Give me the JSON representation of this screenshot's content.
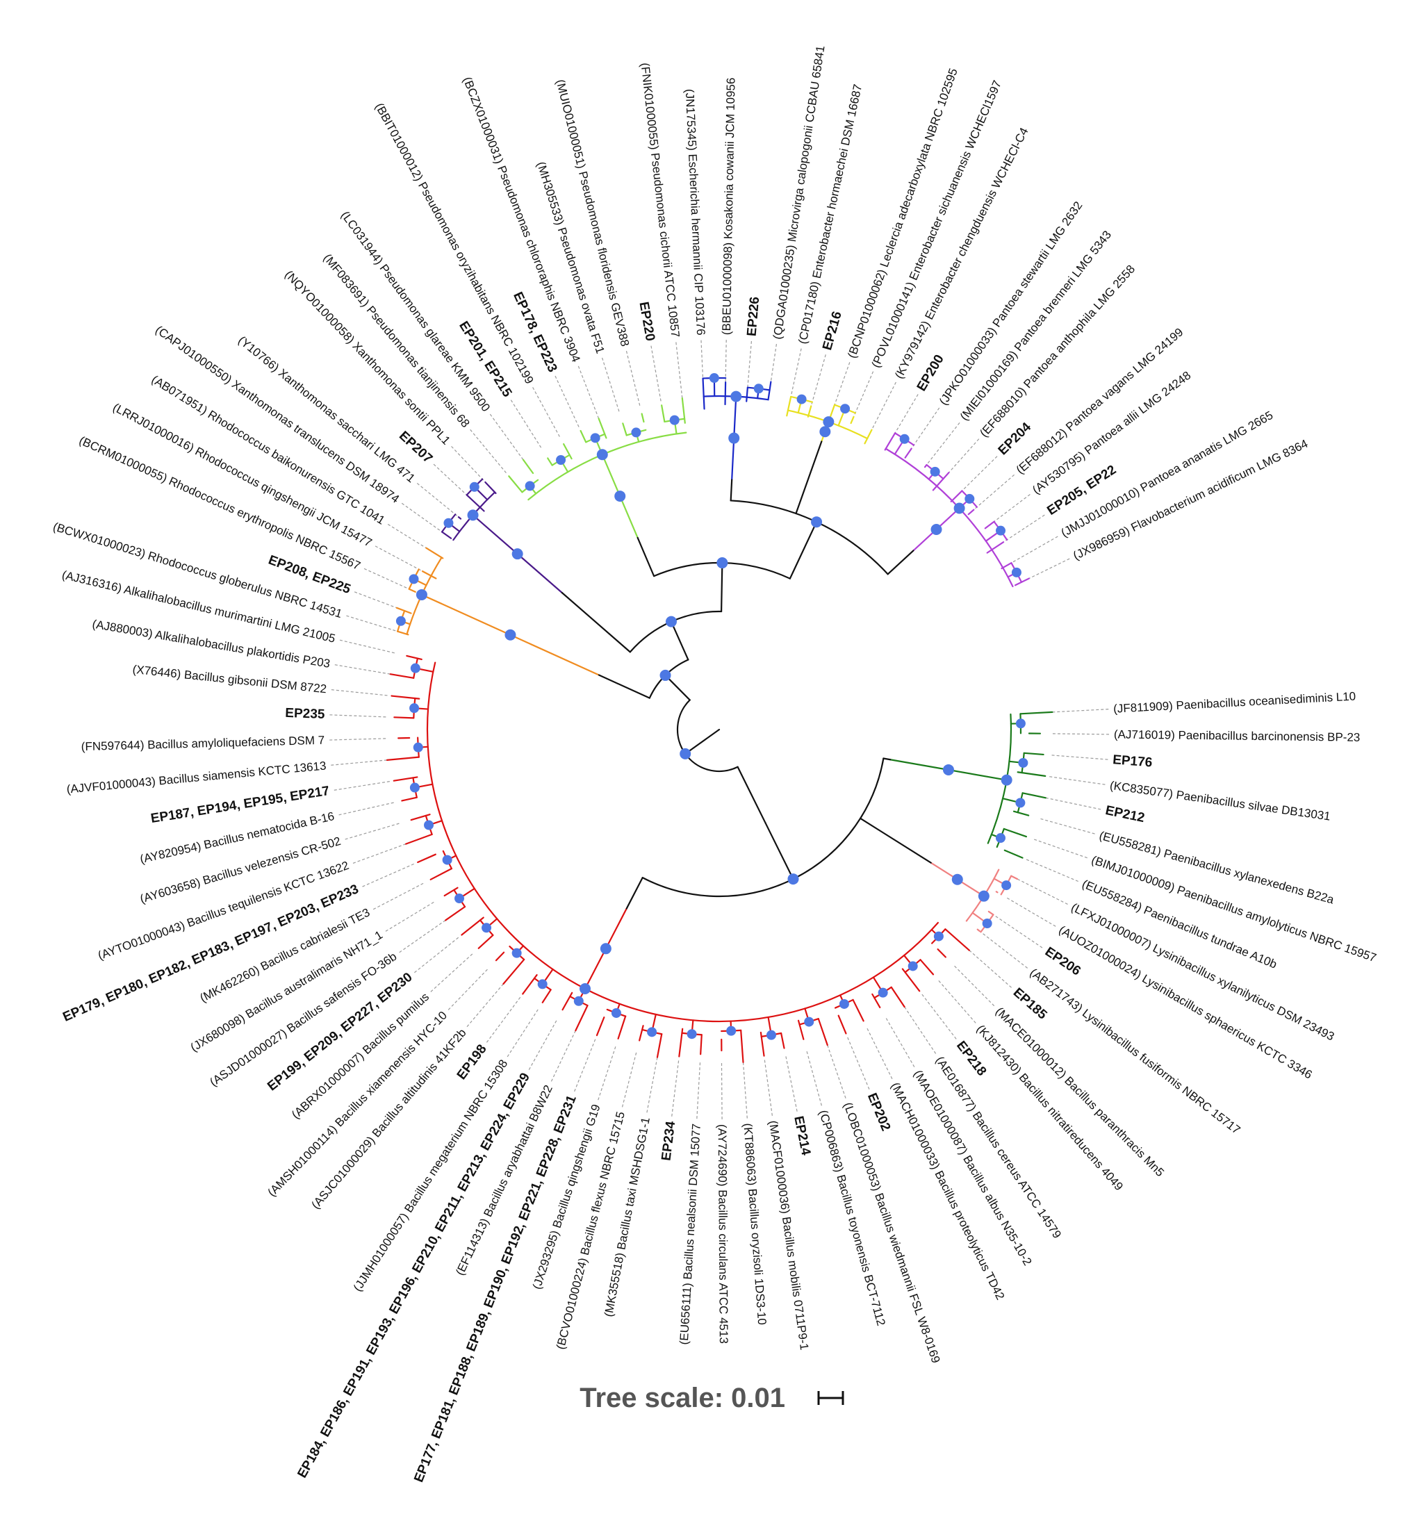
{
  "scale": {
    "label": "Tree scale: 0.01"
  },
  "colors": {
    "node": "#4d78e3",
    "pseudomonas": "#88dd44",
    "enterobacter": "#e8e020",
    "pantoea": "#b040d8",
    "paenibacillus": "#1a7a1a",
    "lysinibacillus": "#f08080",
    "bacillus": "#dd1111",
    "rhodococcus": "#f08c20",
    "xanthomonas": "#4a1a8a",
    "escherichia": "#1a28c8",
    "backbone": "#111111"
  },
  "leaves": [
    {
      "text": "(JF811909) Paenibacillus oceanisediminis L10",
      "bold": false,
      "clade": "paenibacillus"
    },
    {
      "text": "(AJ716019) Paenibacillus barcinonensis BP-23",
      "bold": false,
      "clade": "paenibacillus"
    },
    {
      "text": "EP176",
      "bold": true,
      "clade": "paenibacillus"
    },
    {
      "text": "(KC835077) Paenibacillus silvae DB13031",
      "bold": false,
      "clade": "paenibacillus"
    },
    {
      "text": "EP212",
      "bold": true,
      "clade": "paenibacillus"
    },
    {
      "text": "(EU558281) Paenibacillus xylanexedens B22a",
      "bold": false,
      "clade": "paenibacillus"
    },
    {
      "text": "(BIMJ01000009) Paenibacillus amylolyticus NBRC 15957",
      "bold": false,
      "clade": "paenibacillus"
    },
    {
      "text": "(EU558284) Paenibacillus tundrae A10b",
      "bold": false,
      "clade": "paenibacillus"
    },
    {
      "text": "(LFXJ01000007) Lysinibacillus xylanilyticus DSM 23493",
      "bold": false,
      "clade": "lysinibacillus"
    },
    {
      "text": "(AUOZ01000024) Lysinibacillus sphaericus KCTC 3346",
      "bold": false,
      "clade": "lysinibacillus"
    },
    {
      "text": "EP206",
      "bold": true,
      "clade": "lysinibacillus"
    },
    {
      "text": "(AB271743) Lysinibacillus fusiformis NBRC 15717",
      "bold": false,
      "clade": "lysinibacillus"
    },
    {
      "text": "EP185",
      "bold": true,
      "clade": "bacillus"
    },
    {
      "text": "(MACE01000012) Bacillus paranthracis Mn5",
      "bold": false,
      "clade": "bacillus"
    },
    {
      "text": "(KJ812430) Bacillus nitratireducens 4049",
      "bold": false,
      "clade": "bacillus"
    },
    {
      "text": "EP218",
      "bold": true,
      "clade": "bacillus"
    },
    {
      "text": "(AE016877) Bacillus cereus ATCC 14579",
      "bold": false,
      "clade": "bacillus"
    },
    {
      "text": "(MAOE01000087) Bacillus albus N35-10-2",
      "bold": false,
      "clade": "bacillus"
    },
    {
      "text": "(MACH01000033) Bacillus proteolyticus TD42",
      "bold": false,
      "clade": "bacillus"
    },
    {
      "text": "EP202",
      "bold": true,
      "clade": "bacillus"
    },
    {
      "text": "(LOBC01000053) Bacillus wiedmannii FSL W8-0169",
      "bold": false,
      "clade": "bacillus"
    },
    {
      "text": "(CP006863) Bacillus toyonensis BCT-7112",
      "bold": false,
      "clade": "bacillus"
    },
    {
      "text": "EP214",
      "bold": true,
      "clade": "bacillus"
    },
    {
      "text": "(MACF01000036) Bacillus mobilis 0711P9-1",
      "bold": false,
      "clade": "bacillus"
    },
    {
      "text": "(KT886063) Bacillus oryzisoli 1DS3-10",
      "bold": false,
      "clade": "bacillus"
    },
    {
      "text": "(AY724690) Bacillus circulans ATCC 4513",
      "bold": false,
      "clade": "bacillus"
    },
    {
      "text": "(EU656111) Bacillus nealsonii DSM 15077",
      "bold": false,
      "clade": "bacillus"
    },
    {
      "text": "EP234",
      "bold": true,
      "clade": "bacillus"
    },
    {
      "text": "(MK355518) Bacillus taxi MSHDSG1-1",
      "bold": false,
      "clade": "bacillus"
    },
    {
      "text": "(BCVO01000224) Bacillus flexus NBRC 15715",
      "bold": false,
      "clade": "bacillus"
    },
    {
      "text": "(JX293295) Bacillus qingshengii G19",
      "bold": false,
      "clade": "bacillus"
    },
    {
      "text": "EP177, EP181, EP188, EP189, EP190, EP192, EP221, EP228, EP231",
      "bold": true,
      "clade": "bacillus"
    },
    {
      "text": "(EF114313) Bacillus aryabhattai B8W22",
      "bold": false,
      "clade": "bacillus"
    },
    {
      "text": "EP184, EP186, EP191, EP193, EP196, EP210, EP211, EP213, EP224, EP229",
      "bold": true,
      "clade": "bacillus"
    },
    {
      "text": "(JJMH01000057) Bacillus megaterium NBRC 15308",
      "bold": false,
      "clade": "bacillus"
    },
    {
      "text": "EP198",
      "bold": true,
      "clade": "bacillus"
    },
    {
      "text": "(ASJC01000029) Bacillus altitudinis 41KF2b",
      "bold": false,
      "clade": "bacillus"
    },
    {
      "text": "(AMSH01000114) Bacillus xiamenensis HYC-10",
      "bold": false,
      "clade": "bacillus"
    },
    {
      "text": "(ABRX01000007) Bacillus pumilus",
      "bold": false,
      "clade": "bacillus"
    },
    {
      "text": "EP199, EP209, EP227, EP230",
      "bold": true,
      "clade": "bacillus"
    },
    {
      "text": "(ASJD01000027) Bacillus safensis FO-36b",
      "bold": false,
      "clade": "bacillus"
    },
    {
      "text": "(JX680098) Bacillus australimaris NH71_1",
      "bold": false,
      "clade": "bacillus"
    },
    {
      "text": "(MK462260) Bacillus cabrialesii TE3",
      "bold": false,
      "clade": "bacillus"
    },
    {
      "text": "EP179, EP180, EP182, EP183, EP197, EP203, EP233",
      "bold": true,
      "clade": "bacillus"
    },
    {
      "text": "(AYTO01000043) Bacillus tequilensis KCTC 13622",
      "bold": false,
      "clade": "bacillus"
    },
    {
      "text": "(AY603658) Bacillus velezensis CR-502",
      "bold": false,
      "clade": "bacillus"
    },
    {
      "text": "(AY820954) Bacillus nematocida B-16",
      "bold": false,
      "clade": "bacillus"
    },
    {
      "text": "EP187, EP194, EP195, EP217",
      "bold": true,
      "clade": "bacillus"
    },
    {
      "text": "(AJVF01000043) Bacillus siamensis KCTC 13613",
      "bold": false,
      "clade": "bacillus"
    },
    {
      "text": "(FN597644) Bacillus amyloliquefaciens DSM 7",
      "bold": false,
      "clade": "bacillus"
    },
    {
      "text": "EP235",
      "bold": true,
      "clade": "bacillus"
    },
    {
      "text": "(X76446) Bacillus gibsonii DSM 8722",
      "bold": false,
      "clade": "bacillus"
    },
    {
      "text": "(AJ880003) Alkalihalobacillus plakortidis P203",
      "bold": false,
      "clade": "bacillus"
    },
    {
      "text": "(AJ316316) Alkalihalobacillus murimartini LMG 21005",
      "bold": false,
      "clade": "bacillus"
    },
    {
      "text": "(BCWX01000023) Rhodococcus globerulus NBRC 14531",
      "bold": false,
      "clade": "rhodococcus"
    },
    {
      "text": "EP208, EP225",
      "bold": true,
      "clade": "rhodococcus"
    },
    {
      "text": "(BCRM01000055) Rhodococcus erythropolis NBRC 15567",
      "bold": false,
      "clade": "rhodococcus"
    },
    {
      "text": "(LRRJ01000016) Rhodococcus qingshengii JCM 15477",
      "bold": false,
      "clade": "rhodococcus"
    },
    {
      "text": "(AB071951) Rhodococcus baikonurensis GTC 1041",
      "bold": false,
      "clade": "rhodococcus"
    },
    {
      "text": "(CAPJ01000550) Xanthomonas translucens DSM 18974",
      "bold": false,
      "clade": "xanthomonas"
    },
    {
      "text": "(Y10766) Xanthomonas sacchari LMG 471",
      "bold": false,
      "clade": "xanthomonas"
    },
    {
      "text": "EP207",
      "bold": true,
      "clade": "xanthomonas"
    },
    {
      "text": "(NQYO01000058) Xanthomonas sontii PPL1",
      "bold": false,
      "clade": "xanthomonas"
    },
    {
      "text": "(MF083691) Pseudomonas tianjinensis 68",
      "bold": false,
      "clade": "pseudomonas"
    },
    {
      "text": "(LC031944) Pseudomonas glareae KMM 9500",
      "bold": false,
      "clade": "pseudomonas"
    },
    {
      "text": "EP201, EP215",
      "bold": true,
      "clade": "pseudomonas"
    },
    {
      "text": "(BBIT01000012) Pseudomonas oryzihabitans NBRC 102199",
      "bold": false,
      "clade": "pseudomonas"
    },
    {
      "text": "EP178, EP223",
      "bold": true,
      "clade": "pseudomonas"
    },
    {
      "text": "(BCZX01000031) Pseudomonas chlororaphis NBRC 3904",
      "bold": false,
      "clade": "pseudomonas"
    },
    {
      "text": "(MH305533) Pseudomonas ovata F51",
      "bold": false,
      "clade": "pseudomonas"
    },
    {
      "text": "(MUIO01000051) Pseudomonas floridensis GEV388",
      "bold": false,
      "clade": "pseudomonas"
    },
    {
      "text": "EP220",
      "bold": true,
      "clade": "pseudomonas"
    },
    {
      "text": "(FNIK01000055) Pseudomonas cichorii ATCC 10857",
      "bold": false,
      "clade": "pseudomonas"
    },
    {
      "text": "(JN175345) Escherichia hermannii CIP 103176",
      "bold": false,
      "clade": "escherichia"
    },
    {
      "text": "(BBEU01000098) Kosakonia cowanii JCM 10956",
      "bold": false,
      "clade": "escherichia"
    },
    {
      "text": "EP226",
      "bold": true,
      "clade": "escherichia"
    },
    {
      "text": "(QDGA01000235) Microvirga calopogonii CCBAU 65841",
      "bold": false,
      "clade": "escherichia"
    },
    {
      "text": "(CP017180) Enterobacter hormaechei DSM 16687",
      "bold": false,
      "clade": "enterobacter"
    },
    {
      "text": "EP216",
      "bold": true,
      "clade": "enterobacter"
    },
    {
      "text": "(BCNP01000062) Leclercia adecarboxylata NBRC 102595",
      "bold": false,
      "clade": "enterobacter"
    },
    {
      "text": "(POVL01000141) Enterobacter sichuanensis WCHECl1597",
      "bold": false,
      "clade": "enterobacter"
    },
    {
      "text": "(KY979142) Enterobacter chengduensis WCHECl-C4",
      "bold": false,
      "clade": "enterobacter"
    },
    {
      "text": "EP200",
      "bold": true,
      "clade": "pantoea"
    },
    {
      "text": "(JPKO01000033) Pantoea stewartii LMG 2632",
      "bold": false,
      "clade": "pantoea"
    },
    {
      "text": "(MIEI01000169) Pantoea brenneri LMG 5343",
      "bold": false,
      "clade": "pantoea"
    },
    {
      "text": "(EF688010) Pantoea anthophila LMG 2558",
      "bold": false,
      "clade": "pantoea"
    },
    {
      "text": "EP204",
      "bold": true,
      "clade": "pantoea"
    },
    {
      "text": "(EF688012) Pantoea vagans LMG 24199",
      "bold": false,
      "clade": "pantoea"
    },
    {
      "text": "(AY530795) Pantoea allii LMG 24248",
      "bold": false,
      "clade": "pantoea"
    },
    {
      "text": "EP205, EP22",
      "bold": true,
      "clade": "pantoea"
    },
    {
      "text": "(JMJJ01000010) Pantoea ananatis LMG 2665",
      "bold": false,
      "clade": "pantoea"
    },
    {
      "text": "(JX986959) Flavobacterium acidificum LMG 8364",
      "bold": false,
      "clade": "pantoea"
    }
  ]
}
